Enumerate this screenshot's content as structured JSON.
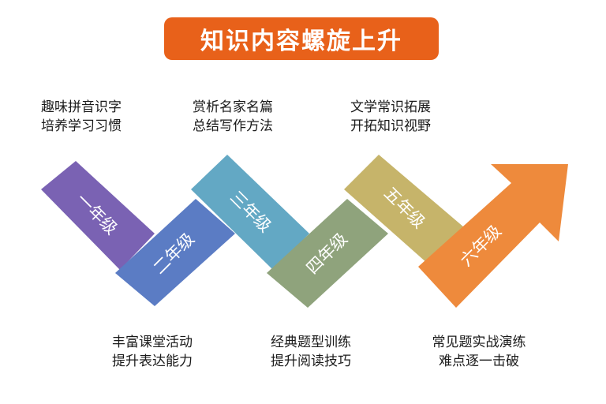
{
  "title": "知识内容螺旋上升",
  "grades": [
    {
      "label": "一年级",
      "color": "#7a62b3"
    },
    {
      "label": "二年级",
      "color": "#5b7cc4"
    },
    {
      "label": "三年级",
      "color": "#63a8c4"
    },
    {
      "label": "四年级",
      "color": "#8fa37c"
    },
    {
      "label": "五年级",
      "color": "#c6b46a"
    },
    {
      "label": "六年级",
      "color": "#ee8a3c"
    }
  ],
  "notes": [
    {
      "line1": "趣味拼音识字",
      "line2": "培养学习习惯"
    },
    {
      "line1": "丰富课堂活动",
      "line2": "提升表达能力"
    },
    {
      "line1": "赏析名家名篇",
      "line2": "总结写作方法"
    },
    {
      "line1": "经典题型训练",
      "line2": "提升阅读技巧"
    },
    {
      "line1": "文学常识拓展",
      "line2": "开拓知识视野"
    },
    {
      "line1": "常见题实战演练",
      "line2": "难点逐一击破"
    }
  ]
}
